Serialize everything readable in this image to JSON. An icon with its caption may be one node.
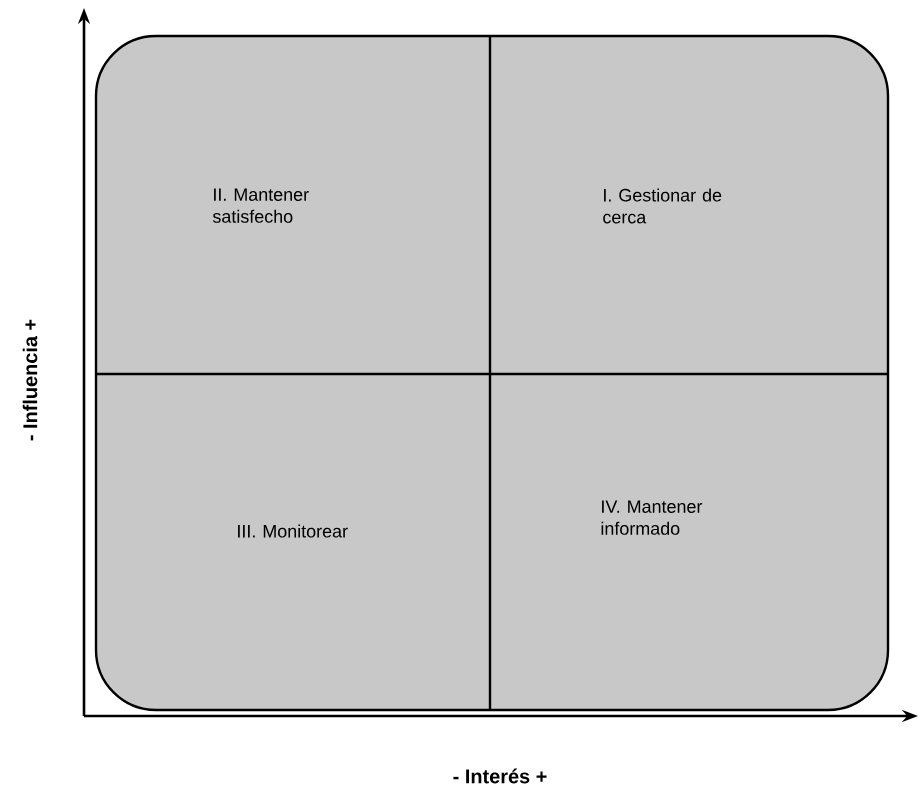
{
  "diagram": {
    "labels": [
      "II. Mantener satisfecho",
      "I. Gestionar de cerca",
      "III. Monitorear",
      "IV. Mantener informado",
      "- Influencia +",
      "- Interés +"
    ]
  }
}
